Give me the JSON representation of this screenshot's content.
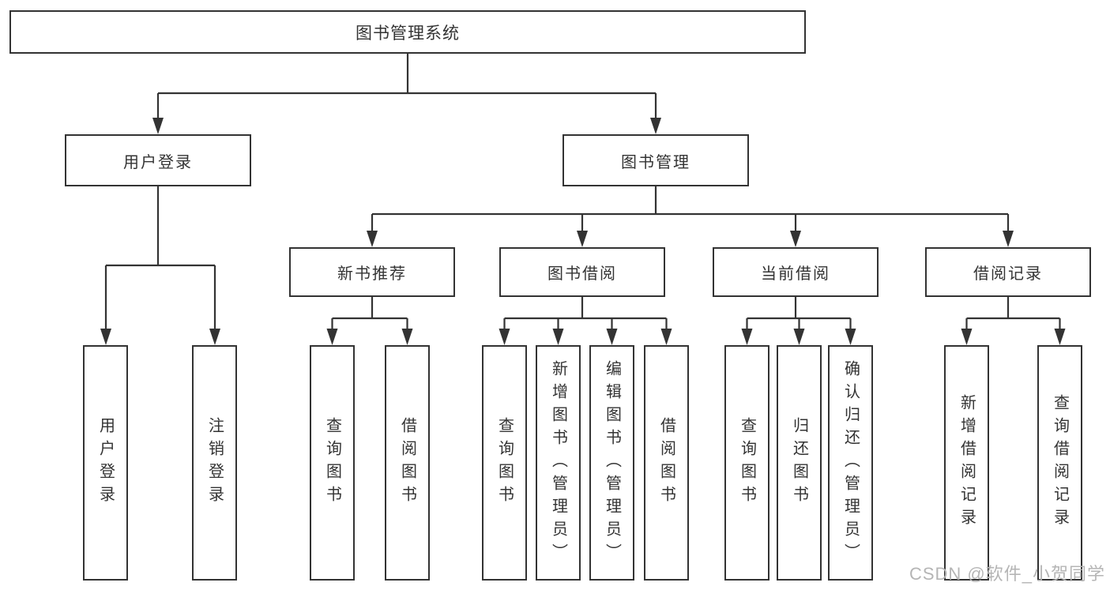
{
  "diagram": {
    "title": "图书管理系统",
    "type": "hierarchy-tree",
    "colors": {
      "line": "#333333",
      "box_border": "#333333",
      "text": "#333333",
      "background": "#ffffff",
      "watermark": "#b5b5b5"
    },
    "nodes": {
      "root": {
        "label": "图书管理系统",
        "level": 1
      },
      "user_login": {
        "label": "用户登录",
        "level": 2
      },
      "book_mgmt": {
        "label": "图书管理",
        "level": 2
      },
      "new_book_rec": {
        "label": "新书推荐",
        "level": 3
      },
      "book_borrow": {
        "label": "图书借阅",
        "level": 3
      },
      "current_borrow": {
        "label": "当前借阅",
        "level": 3
      },
      "borrow_records": {
        "label": "借阅记录",
        "level": 3
      },
      "leaf_user_login": {
        "label": "用户登录",
        "level": 4
      },
      "leaf_logout": {
        "label": "注销登录",
        "level": 4
      },
      "leaf_nb_query": {
        "label": "查询图书",
        "level": 4
      },
      "leaf_nb_borrow": {
        "label": "借阅图书",
        "level": 4
      },
      "leaf_bb_query": {
        "label": "查询图书",
        "level": 4
      },
      "leaf_bb_add": {
        "label": "新增图书（管理员）",
        "level": 4
      },
      "leaf_bb_edit": {
        "label": "编辑图书（管理员）",
        "level": 4
      },
      "leaf_bb_borrow": {
        "label": "借阅图书",
        "level": 4
      },
      "leaf_cb_query": {
        "label": "查询图书",
        "level": 4
      },
      "leaf_cb_return": {
        "label": "归还图书",
        "level": 4
      },
      "leaf_cb_confirm": {
        "label": "确认归还（管理员）",
        "level": 4
      },
      "leaf_br_add": {
        "label": "新增借阅记录",
        "level": 4
      },
      "leaf_br_query": {
        "label": "查询借阅记录",
        "level": 4
      }
    },
    "edges": [
      {
        "from": "root",
        "to": "user_login"
      },
      {
        "from": "root",
        "to": "book_mgmt"
      },
      {
        "from": "user_login",
        "to": "leaf_user_login"
      },
      {
        "from": "user_login",
        "to": "leaf_logout"
      },
      {
        "from": "book_mgmt",
        "to": "new_book_rec"
      },
      {
        "from": "book_mgmt",
        "to": "book_borrow"
      },
      {
        "from": "book_mgmt",
        "to": "current_borrow"
      },
      {
        "from": "book_mgmt",
        "to": "borrow_records"
      },
      {
        "from": "new_book_rec",
        "to": "leaf_nb_query"
      },
      {
        "from": "new_book_rec",
        "to": "leaf_nb_borrow"
      },
      {
        "from": "book_borrow",
        "to": "leaf_bb_query"
      },
      {
        "from": "book_borrow",
        "to": "leaf_bb_add"
      },
      {
        "from": "book_borrow",
        "to": "leaf_bb_edit"
      },
      {
        "from": "book_borrow",
        "to": "leaf_bb_borrow"
      },
      {
        "from": "current_borrow",
        "to": "leaf_cb_query"
      },
      {
        "from": "current_borrow",
        "to": "leaf_cb_return"
      },
      {
        "from": "current_borrow",
        "to": "leaf_cb_confirm"
      },
      {
        "from": "borrow_records",
        "to": "leaf_br_add"
      },
      {
        "from": "borrow_records",
        "to": "leaf_br_query"
      }
    ]
  },
  "watermark": {
    "text": "CSDN @软件_小贺同学"
  }
}
